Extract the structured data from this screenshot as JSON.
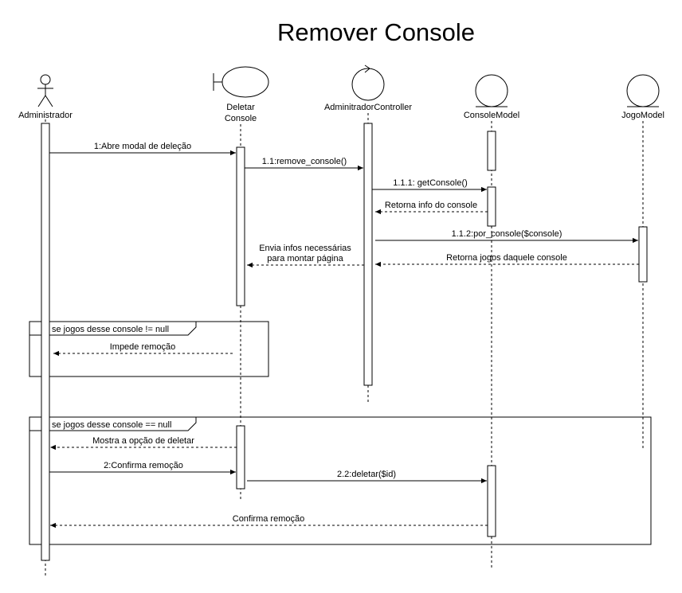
{
  "title": "Remover Console",
  "participants": {
    "administrador": {
      "label": "Administrador",
      "kind": "actor"
    },
    "deletar_console": {
      "label_line1": "Deletar",
      "label_line2": "Console",
      "kind": "boundary"
    },
    "controller": {
      "label": "AdminitradorController",
      "kind": "control"
    },
    "console_model": {
      "label": "ConsoleModel",
      "kind": "entity"
    },
    "jogo_model": {
      "label": "JogoModel",
      "kind": "entity"
    }
  },
  "messages": {
    "m1": "1:Abre modal de deleção",
    "m1_1": "1.1:remove_console()",
    "m1_1_1": "1.1.1: getConsole()",
    "r_info": "Retorna info do console",
    "m1_1_2": "1.1.2:por_console($console)",
    "r_envia_line1": "Envia infos necessárias",
    "r_envia_line2": "para montar página",
    "r_jogos": "Retorna jogos daquele console",
    "r_impede": "Impede remoção",
    "r_mostra": "Mostra a opção de deletar",
    "m2": "2:Confirma remoção",
    "m2_2": "2.2:deletar($id)",
    "r_confirma": "Confirma remoção"
  },
  "fragments": {
    "guard1": "se jogos desse console != null",
    "guard2": "se jogos desse console == null"
  }
}
